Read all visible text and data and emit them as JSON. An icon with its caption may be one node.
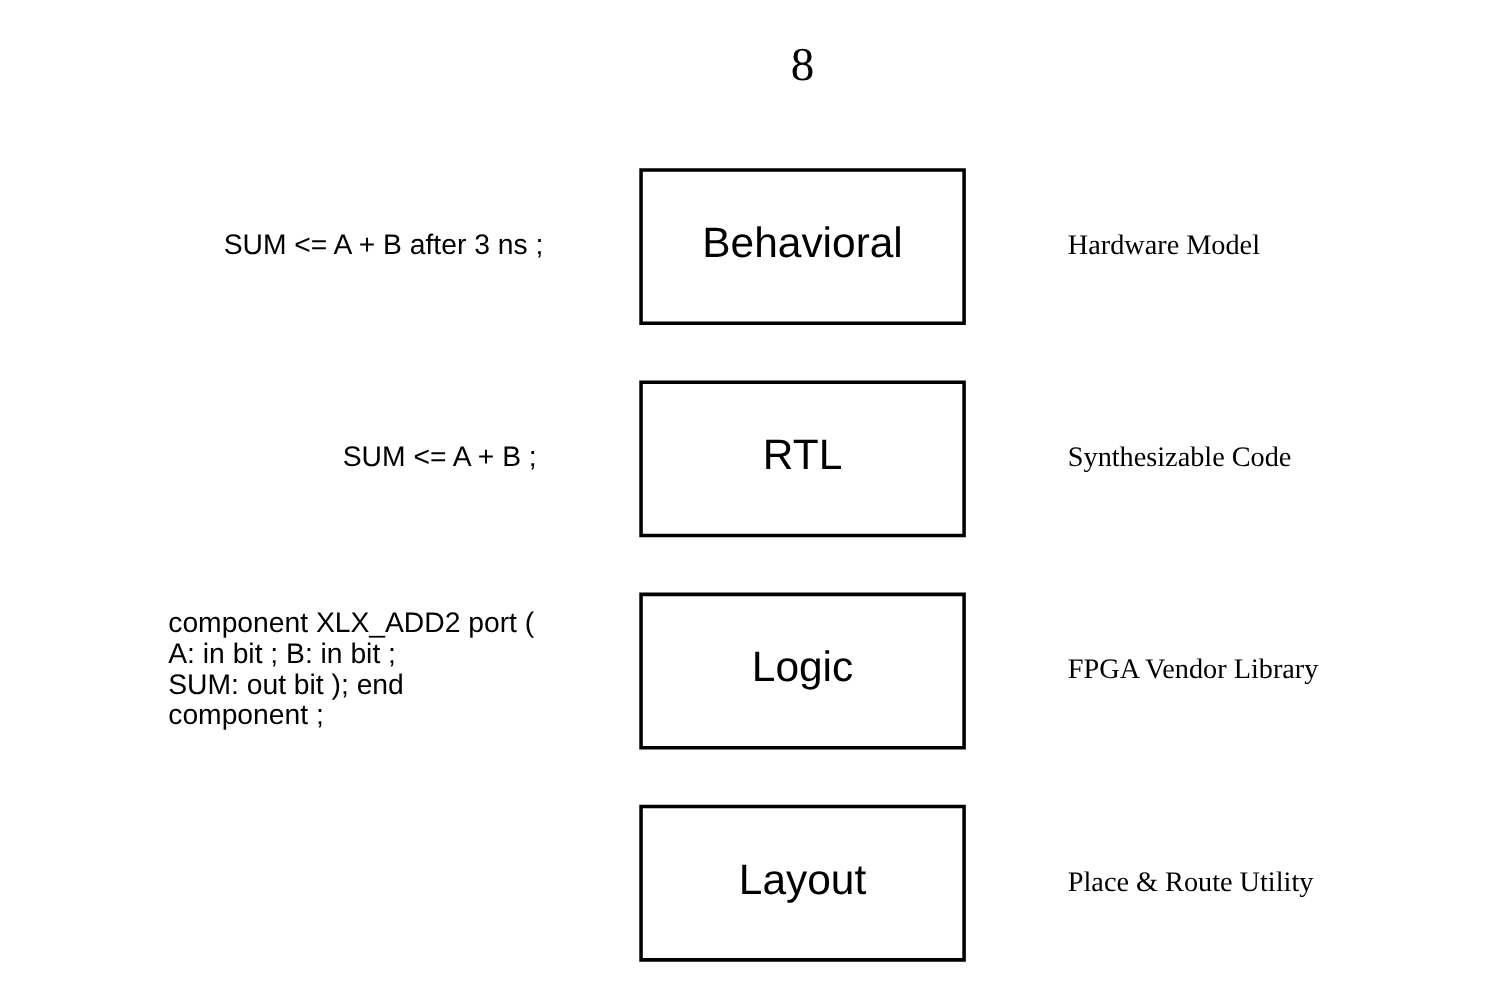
{
  "diagram": {
    "nodes": [
      {
        "text": [
          "Behavioral"
        ],
        "beside": [
          "SUM <= A + B after 3 ns ;",
          "Hardware Model"
        ]
      },
      {
        "text": [
          "RTL"
        ],
        "beside": [
          "SUM <= A + B ;",
          "Synthesizable Code"
        ]
      },
      {
        "text": [
          "Logic"
        ],
        "beside": [
          "component XLX_ADD2 port ( A: in bit ; B: in bit ; SUM: out bit ); end component ;",
          "FPGA Vendor Library"
        ]
      },
      {
        "text": [
          "Layout"
        ],
        "beside": [
          "Place & Route Utility"
        ]
      }
    ],
    "edges": [],
    "labels": [
      "8"
    ]
  }
}
